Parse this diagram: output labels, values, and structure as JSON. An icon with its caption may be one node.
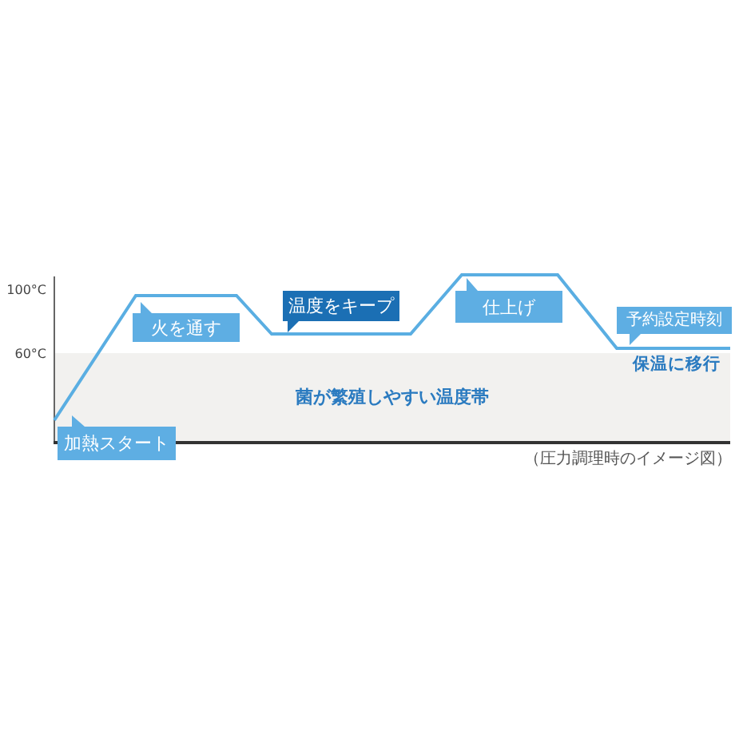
{
  "diagram": {
    "caption": "（圧力調理時のイメージ図）",
    "nodes": [
      {
        "text": [
          "加熱スタート"
        ]
      },
      {
        "text": [
          "火を通す"
        ]
      },
      {
        "text": [
          "温度をキープ"
        ]
      },
      {
        "text": [
          "仕上げ"
        ]
      },
      {
        "text": [
          "予約設定時刻"
        ]
      },
      {
        "text": [
          "菌が繁殖しやすい温度帯"
        ]
      }
    ],
    "labels": [
      "100°C",
      "60°C",
      "保温に移行"
    ]
  }
}
